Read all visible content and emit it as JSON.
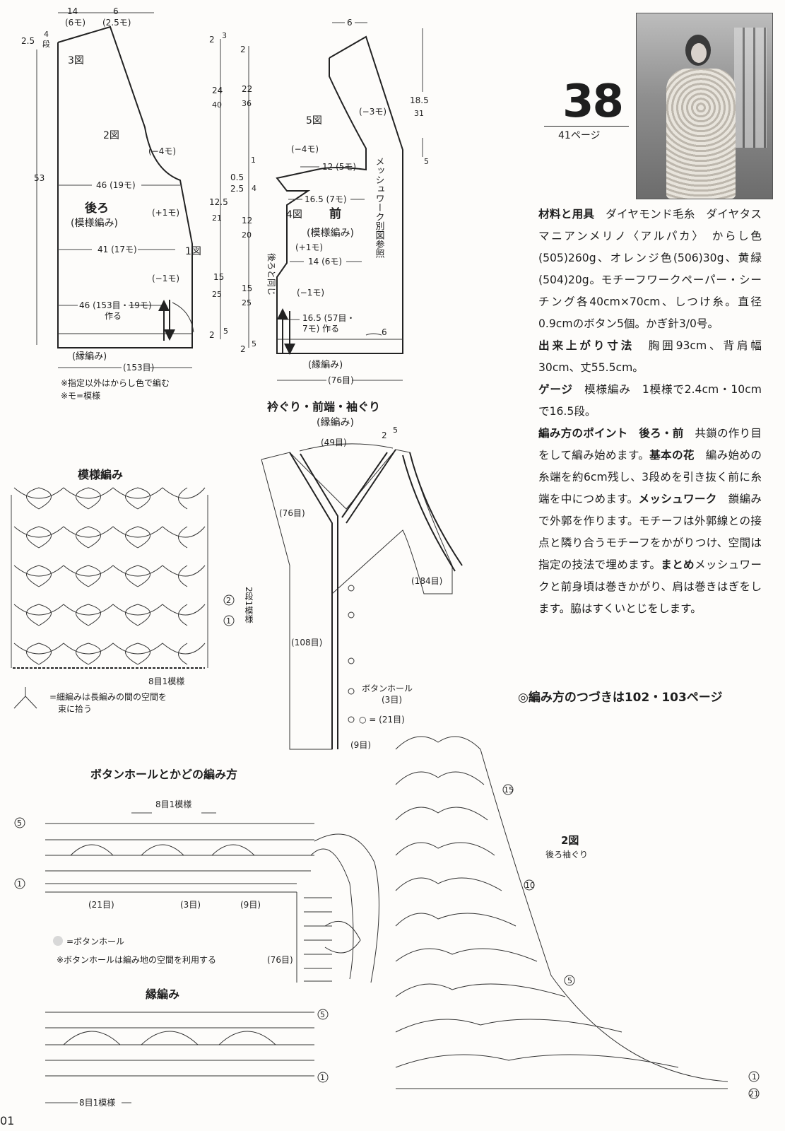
{
  "header": {
    "number": "38",
    "page_ref": "41ページ"
  },
  "spec": [
    {
      "head": "材料と用具",
      "body": "ダイヤモンド毛糸　ダイヤタスマニアンメリノ〈アルパカ〉　からし色(505)260g、オレンジ色(506)30g、黄緑(504)20g。モチーフワークペーパー・シーチング各40cm×70cm、しつけ糸。直径0.9cmのボタン5個。かぎ針3/0号。"
    },
    {
      "head": "出来上がり寸法",
      "body": "胸囲93cm、背肩幅30cm、丈55.5cm。"
    },
    {
      "head": "ゲージ",
      "body": "模様編み　1模様で2.4cm・10cmで16.5段。"
    },
    {
      "head": "編み方のポイント",
      "body": "",
      "sub": [
        {
          "head": "後ろ・前",
          "body": "共鎖の作り目をして編み始めます。"
        },
        {
          "head": "基本の花",
          "body": "編み始めの糸端を約6cm残し、3段めを引き抜く前に糸端を中につめます。"
        },
        {
          "head": "メッシュワーク",
          "body": "鎖編みで外郭を作ります。モチーフは外郭線との接点と隣り合うモチーフをかがりつけ、空間は指定の技法で埋めます。"
        },
        {
          "head": "まとめ",
          "body": "メッシュワークと前身頃は巻きかがり、肩は巻きはぎをします。脇はすくいとじをします。"
        }
      ]
    }
  ],
  "continue_note": "◎編み方のつづきは102・103ページ",
  "page_number": "01",
  "back": {
    "top_w1": "14",
    "top_w1s": "(6モ)",
    "top_w2": "6",
    "top_w2s": "(2.5モ)",
    "shoulder_h": "2.5",
    "shoulder_r": "4",
    "dan": "段",
    "fig3": "3図",
    "fig2": "2図",
    "fig1": "1図",
    "total_h": "53",
    "arm_dec": "(−4モ)",
    "width46": "46 (19モ)",
    "title": "後ろ",
    "pattern": "(模様編み)",
    "inc": "(+1モ)",
    "width41": "41 (17モ)",
    "dec": "(−1モ)",
    "cast": "46 (153目・19モ)",
    "cast2": "作る",
    "edge": "(縁編み)",
    "bottom": "(153目)",
    "note1": "※指定以外はからし色で編む",
    "note2": "※モ=模様"
  },
  "mid_rows": {
    "a1": "2",
    "a1r": "3",
    "a2": "24",
    "a2r": "40",
    "a3": "12.5",
    "a3r": "21",
    "a4": "15",
    "a4r": "25",
    "a5": "2",
    "a5r": "5",
    "b1": "2",
    "b2": "22",
    "b2r": "36",
    "b3": "1",
    "b3l": "0.5",
    "b4": "2.5",
    "b4r": "4",
    "b5": "12",
    "b5r": "20",
    "b6": "15",
    "b6r": "25",
    "b7": "2",
    "b7r": "5"
  },
  "front": {
    "top6": "6",
    "fig5": "5図",
    "fig4": "4図",
    "title": "前",
    "pattern": "(模様編み)",
    "dec4": "(−4モ)",
    "w12": "12 (5モ)",
    "dec3": "(−3モ)",
    "w165": "16.5 (7モ)",
    "inc": "(+1モ)",
    "w14": "14 (6モ)",
    "dec1": "(−1モ)",
    "same_as_back": "後ろと同じ",
    "cast": "16.5 (57目・",
    "cast2": "7モ) 作る",
    "six": "6",
    "mesh": "メッシュワーク別図参照",
    "r185": "18.5",
    "r31": "31",
    "r5": "5",
    "edge": "(縁編み)",
    "bottom": "(76目)"
  },
  "collar": {
    "title": "衿ぐり・前端・袖ぐり",
    "subtitle": "(縁編み)",
    "s49": "(49目)",
    "s2": "2",
    "s5": "5",
    "s76": "(76目)",
    "s184": "(184目)",
    "s108": "(108目)",
    "buttonhole": "ボタンホール",
    "bh3": "(3目)",
    "bh21": "○ = (21目)",
    "s9": "(9目)"
  },
  "pattern_chart": {
    "title": "模様編み",
    "repeat": "8目1模様",
    "rows2": "2段1模様",
    "r1": "1",
    "r2": "2",
    "note": "=細編みは長編みの間の空間を",
    "note2": "束に拾う"
  },
  "buttonhole_chart": {
    "title": "ボタンホールとかどの編み方",
    "repeat": "8目1模様",
    "r5": "5",
    "r1": "1",
    "c21": "(21目)",
    "c3": "(3目)",
    "c9": "(9目)",
    "c76": "(76目)",
    "legend": "=ボタンホール",
    "note": "※ボタンホールは編み地の空間を利用する"
  },
  "edge_chart": {
    "title": "縁編み",
    "repeat": "8目1模様",
    "r5": "5",
    "r1": "1"
  },
  "armhole_chart": {
    "fig": "2図",
    "caption": "後ろ袖ぐり",
    "r15": "15",
    "r10": "10",
    "r5": "5",
    "r1": "1",
    "r21": "21"
  }
}
